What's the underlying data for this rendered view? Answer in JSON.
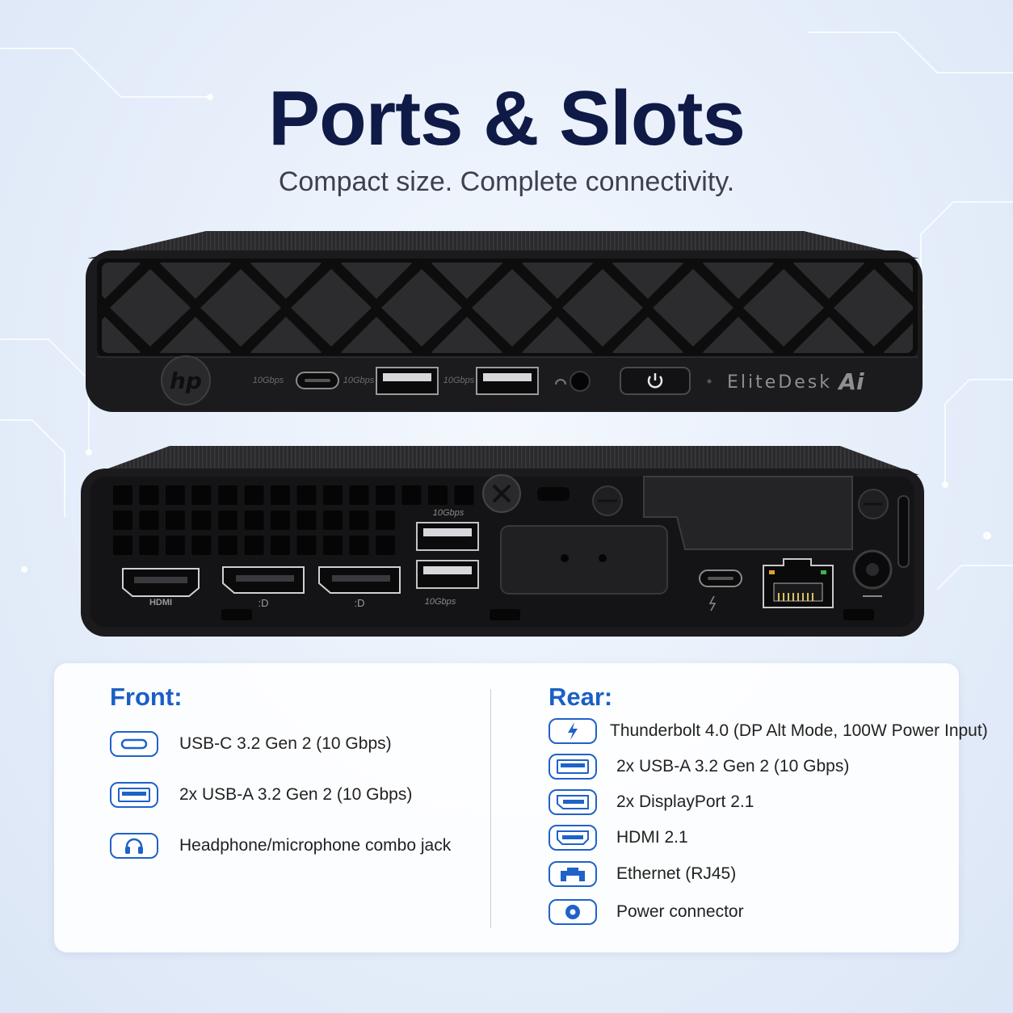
{
  "header": {
    "title": "Ports & Slots",
    "subtitle": "Compact size. Complete connectivity."
  },
  "device": {
    "brand_logo": "hp",
    "model_name": "EliteDesk",
    "series_logo": "Ai",
    "front_ports": [
      {
        "icon": "usb-c-port-icon",
        "speed_label": "10Gbps"
      },
      {
        "icon": "usb-a-port-icon",
        "speed_label": "10Gbps"
      },
      {
        "icon": "usb-a-port-icon",
        "speed_label": "10Gbps"
      },
      {
        "icon": "headphone-jack-icon"
      },
      {
        "icon": "power-button-icon"
      }
    ],
    "rear_port_labels": {
      "hdmi": "HDMI",
      "usb_top": "10Gbps",
      "usb_bottom": "10Gbps"
    }
  },
  "specs": {
    "front": {
      "heading": "Front:",
      "items": [
        {
          "icon": "usb-c-icon",
          "label": "USB-C 3.2 Gen 2 (10 Gbps)"
        },
        {
          "icon": "usb-a-icon",
          "label": "2x USB-A 3.2 Gen 2 (10 Gbps)"
        },
        {
          "icon": "headphone-icon",
          "label": "Headphone/microphone combo jack"
        }
      ]
    },
    "rear": {
      "heading": "Rear:",
      "items": [
        {
          "icon": "thunderbolt-icon",
          "label": "Thunderbolt 4.0 (DP Alt Mode, 100W Power Input)"
        },
        {
          "icon": "usb-a-icon",
          "label": "2x USB-A 3.2 Gen 2 (10 Gbps)"
        },
        {
          "icon": "displayport-icon",
          "label": "2x DisplayPort 2.1"
        },
        {
          "icon": "hdmi-icon",
          "label": "HDMI 2.1"
        },
        {
          "icon": "ethernet-icon",
          "label": "Ethernet (RJ45)"
        },
        {
          "icon": "power-connector-icon",
          "label": "Power connector"
        }
      ]
    }
  },
  "colors": {
    "title": "#0f1a47",
    "accent": "#1f62c9",
    "device_body": "#1b1b1d"
  }
}
